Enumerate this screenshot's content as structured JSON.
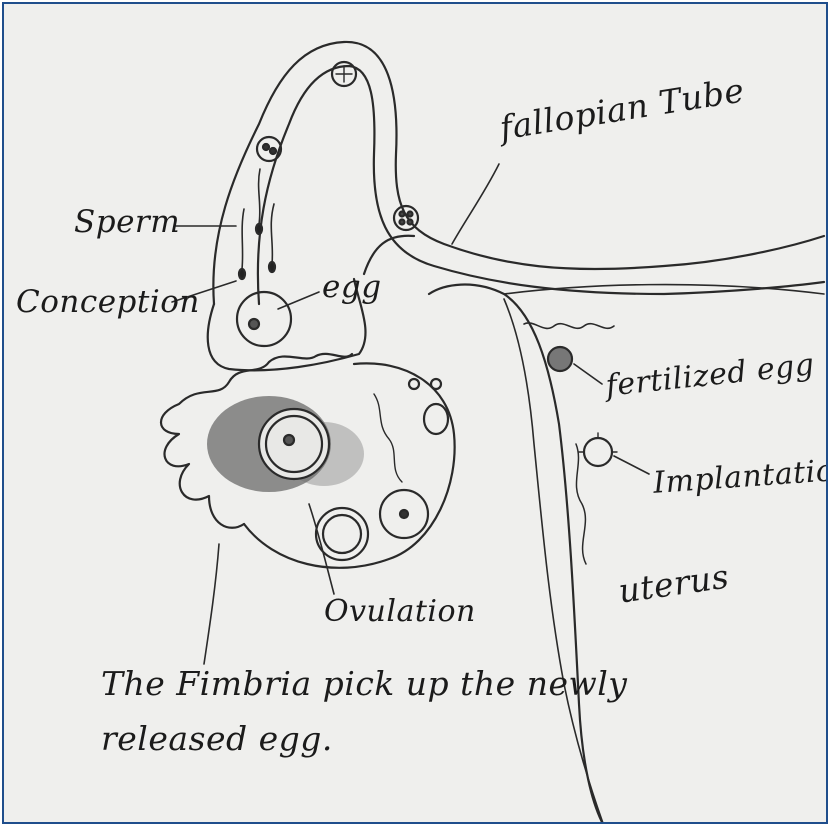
{
  "labels": {
    "sperm": "Sperm",
    "conception": "Conception",
    "egg": "egg",
    "fallopian_tube": "fallopian Tube",
    "fertilized_egg": "fertilized egg",
    "implantation": "Implantation",
    "uterus": "uterus",
    "ovulation": "Ovulation",
    "caption_line1": "The Fimbria pick up the newly",
    "caption_line2": "released egg."
  },
  "colors": {
    "paper": "#efefed",
    "border": "#1f4e8c",
    "ink": "#1b1b1b"
  }
}
